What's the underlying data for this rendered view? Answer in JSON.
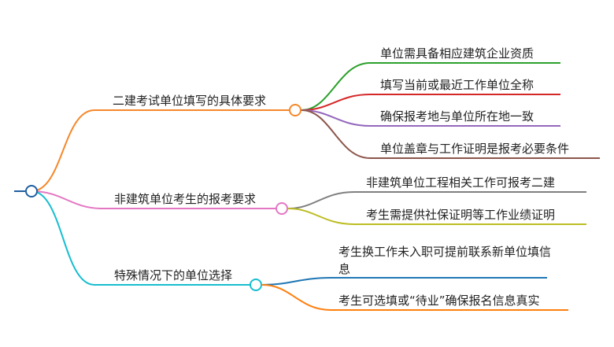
{
  "mindmap": {
    "branches": [
      {
        "label": "二建考试单位填写的具体要求",
        "color": "#f5882b",
        "children": [
          {
            "label": "单位需具备相应建筑企业资质",
            "color": "#2ca02c"
          },
          {
            "label": "填写当前或最近工作单位全称",
            "color": "#d62728"
          },
          {
            "label": "确保报考地与单位所在地一致",
            "color": "#9467bd"
          },
          {
            "label": "单位盖章与工作证明是报考必要条件",
            "color": "#8c564b"
          }
        ]
      },
      {
        "label": "非建筑单位考生的报考要求",
        "color": "#e377c2",
        "children": [
          {
            "label": "非建筑单位工程相关工作可报考二建",
            "color": "#7f7f7f"
          },
          {
            "label": "考生需提供社保证明等工作业绩证明",
            "color": "#bcbd22"
          }
        ]
      },
      {
        "label": "特殊情况下的单位选择",
        "color": "#17becf",
        "children": [
          {
            "label": "考生换工作未入职可提前联系新单位填信息",
            "color": "#1f77b4"
          },
          {
            "label": "考生可选填或“待业”确保报名信息真实",
            "color": "#ff7f0e"
          }
        ]
      }
    ],
    "root_color": "#1f5fa0"
  }
}
